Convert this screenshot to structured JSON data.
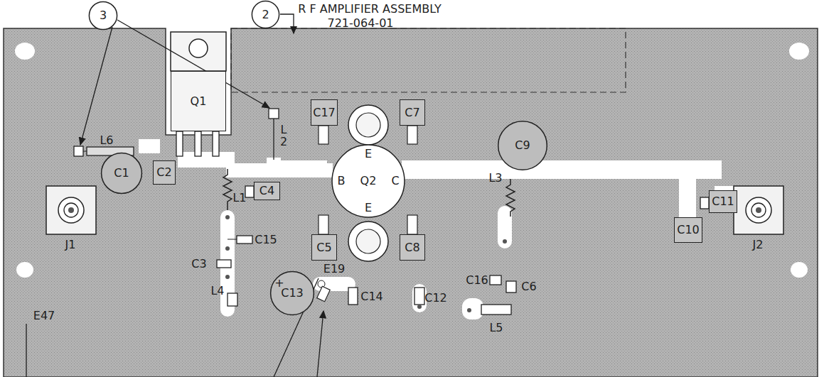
{
  "diagram": {
    "nodes": [
      {
        "text": [
          "3"
        ]
      },
      {
        "text": [
          "2"
        ]
      },
      {
        "text": [
          "Q1"
        ]
      },
      {
        "text": [
          "C17"
        ]
      },
      {
        "text": [
          "C7"
        ]
      },
      {
        "text": [
          "C9"
        ]
      },
      {
        "text": [
          "C1"
        ]
      },
      {
        "text": [
          "C2"
        ]
      },
      {
        "text": [
          "C4"
        ]
      },
      {
        "text": [
          "E",
          "B",
          "Q2",
          "C",
          "E"
        ]
      },
      {
        "text": [
          "C11"
        ]
      },
      {
        "text": [
          "C5"
        ]
      },
      {
        "text": [
          "C8"
        ]
      },
      {
        "text": [
          "C10"
        ]
      },
      {
        "text": [
          "C13"
        ]
      }
    ],
    "labels": [
      "R F AMPLIFIER ASSEMBLY",
      "721-064-01",
      "L6",
      "L 2",
      "L1",
      "J1",
      "C15",
      "C3",
      "L4",
      "+",
      "E19",
      "C14",
      "C12",
      "L3",
      "C16",
      "C6",
      "L5",
      "J2",
      "E47"
    ]
  }
}
